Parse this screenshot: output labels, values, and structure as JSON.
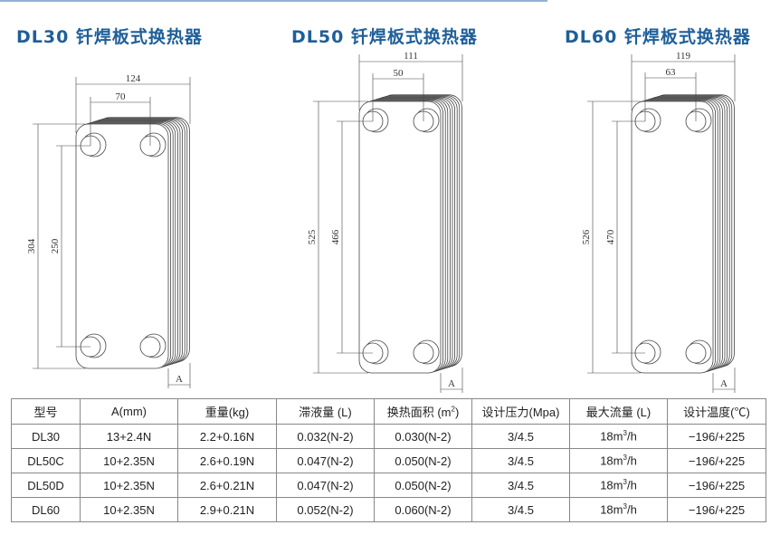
{
  "titles": [
    "DL30 钎焊板式换热器",
    "DL50 钎焊板式换热器",
    "DL60 钎焊板式换热器"
  ],
  "diagrams": [
    {
      "width": "124",
      "port_spacing": "70",
      "height": "304",
      "port_vertical": "250",
      "a_label": "A"
    },
    {
      "width": "111",
      "port_spacing": "50",
      "height": "525",
      "port_vertical": "466",
      "a_label": "A"
    },
    {
      "width": "119",
      "port_spacing": "63",
      "height": "526",
      "port_vertical": "470",
      "a_label": "A"
    }
  ],
  "table": {
    "headers": [
      "型号",
      "A(mm)",
      "重量(kg)",
      "滞液量 (L)",
      "换热面积 (m",
      "设计压力(Mpa)",
      "最大流量 (L)",
      "设计温度(℃)"
    ],
    "header_sup": "2",
    "header_close": ")",
    "rows": [
      [
        "DL30",
        "13+2.4N",
        "2.2+0.16N",
        "0.032(N-2)",
        "0.030(N-2)",
        "3/4.5",
        "18m",
        "/h",
        "−196/+225"
      ],
      [
        "DL50C",
        "10+2.35N",
        "2.6+0.19N",
        "0.047(N-2)",
        "0.050(N-2)",
        "3/4.5",
        "18m",
        "/h",
        "−196/+225"
      ],
      [
        "DL50D",
        "10+2.35N",
        "2.6+0.21N",
        "0.047(N-2)",
        "0.050(N-2)",
        "3/4.5",
        "18m",
        "/h",
        "−196/+225"
      ],
      [
        "DL60",
        "10+2.35N",
        "2.9+0.21N",
        "0.052(N-2)",
        "0.060(N-2)",
        "3/4.5",
        "18m",
        "/h",
        "−196/+225"
      ]
    ],
    "flow_sup": "3"
  },
  "colors": {
    "title": "#1f5f99",
    "line": "#8fb3d6"
  }
}
